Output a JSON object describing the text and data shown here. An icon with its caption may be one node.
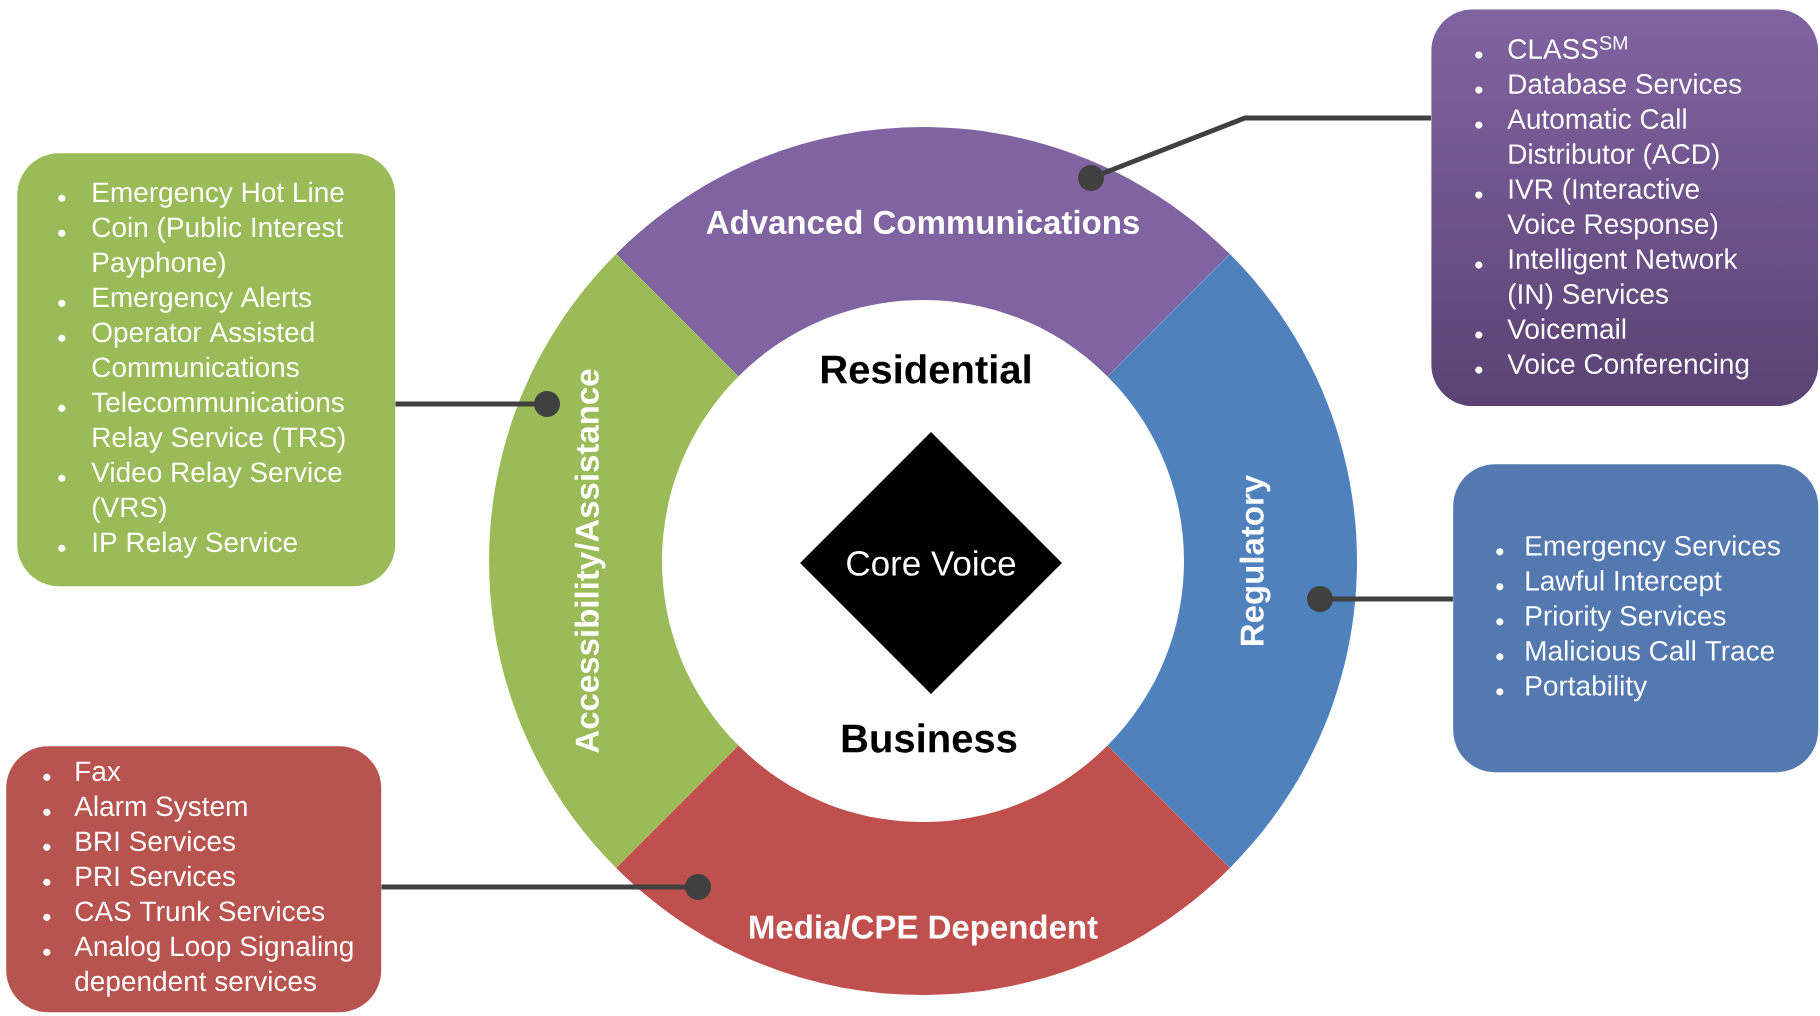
{
  "diagram": {
    "nodes": [
      {
        "text": [
          "Advanced Communications"
        ]
      },
      {
        "text": [
          "Accessibility/Assistance"
        ]
      },
      {
        "text": [
          "Regulatory"
        ]
      },
      {
        "text": [
          "Media/CPE Dependent"
        ]
      },
      {
        "text": [
          "Core Voice"
        ]
      },
      {
        "text": [
          "CLASS$^{SM}$",
          "Database Services",
          "Automatic Call Distributor (ACD)",
          "IVR (Interactive Voice Response)",
          "Intelligent Network (IN) Services",
          "Voicemail",
          "Voice Conferencing"
        ]
      },
      {
        "text": [
          "Emergency Hot Line",
          "Coin (Public Interest Payphone)",
          "Emergency Alerts",
          "Operator Assisted Communications",
          "Telecommunications Relay Service (TRS)",
          "Video Relay Service (VRS)",
          "IP Relay Service"
        ]
      },
      {
        "text": [
          "Emergency Services",
          "Lawful Intercept",
          "Priority Services",
          "Malicious Call Trace",
          "Portability"
        ]
      },
      {
        "text": [
          "Fax",
          "Alarm System",
          "BRI Services",
          "PRI Services",
          "CAS Trunk Services",
          "Analog Loop Signaling dependent services"
        ]
      }
    ],
    "edges": [
      {
        "from": 5,
        "to": 0,
        "arrow": "other"
      },
      {
        "from": 6,
        "to": 1,
        "arrow": "other"
      },
      {
        "from": 7,
        "to": 2,
        "arrow": "other"
      },
      {
        "from": 8,
        "to": 3,
        "arrow": "other"
      }
    ],
    "labels": [
      "Residential",
      "Business"
    ]
  }
}
